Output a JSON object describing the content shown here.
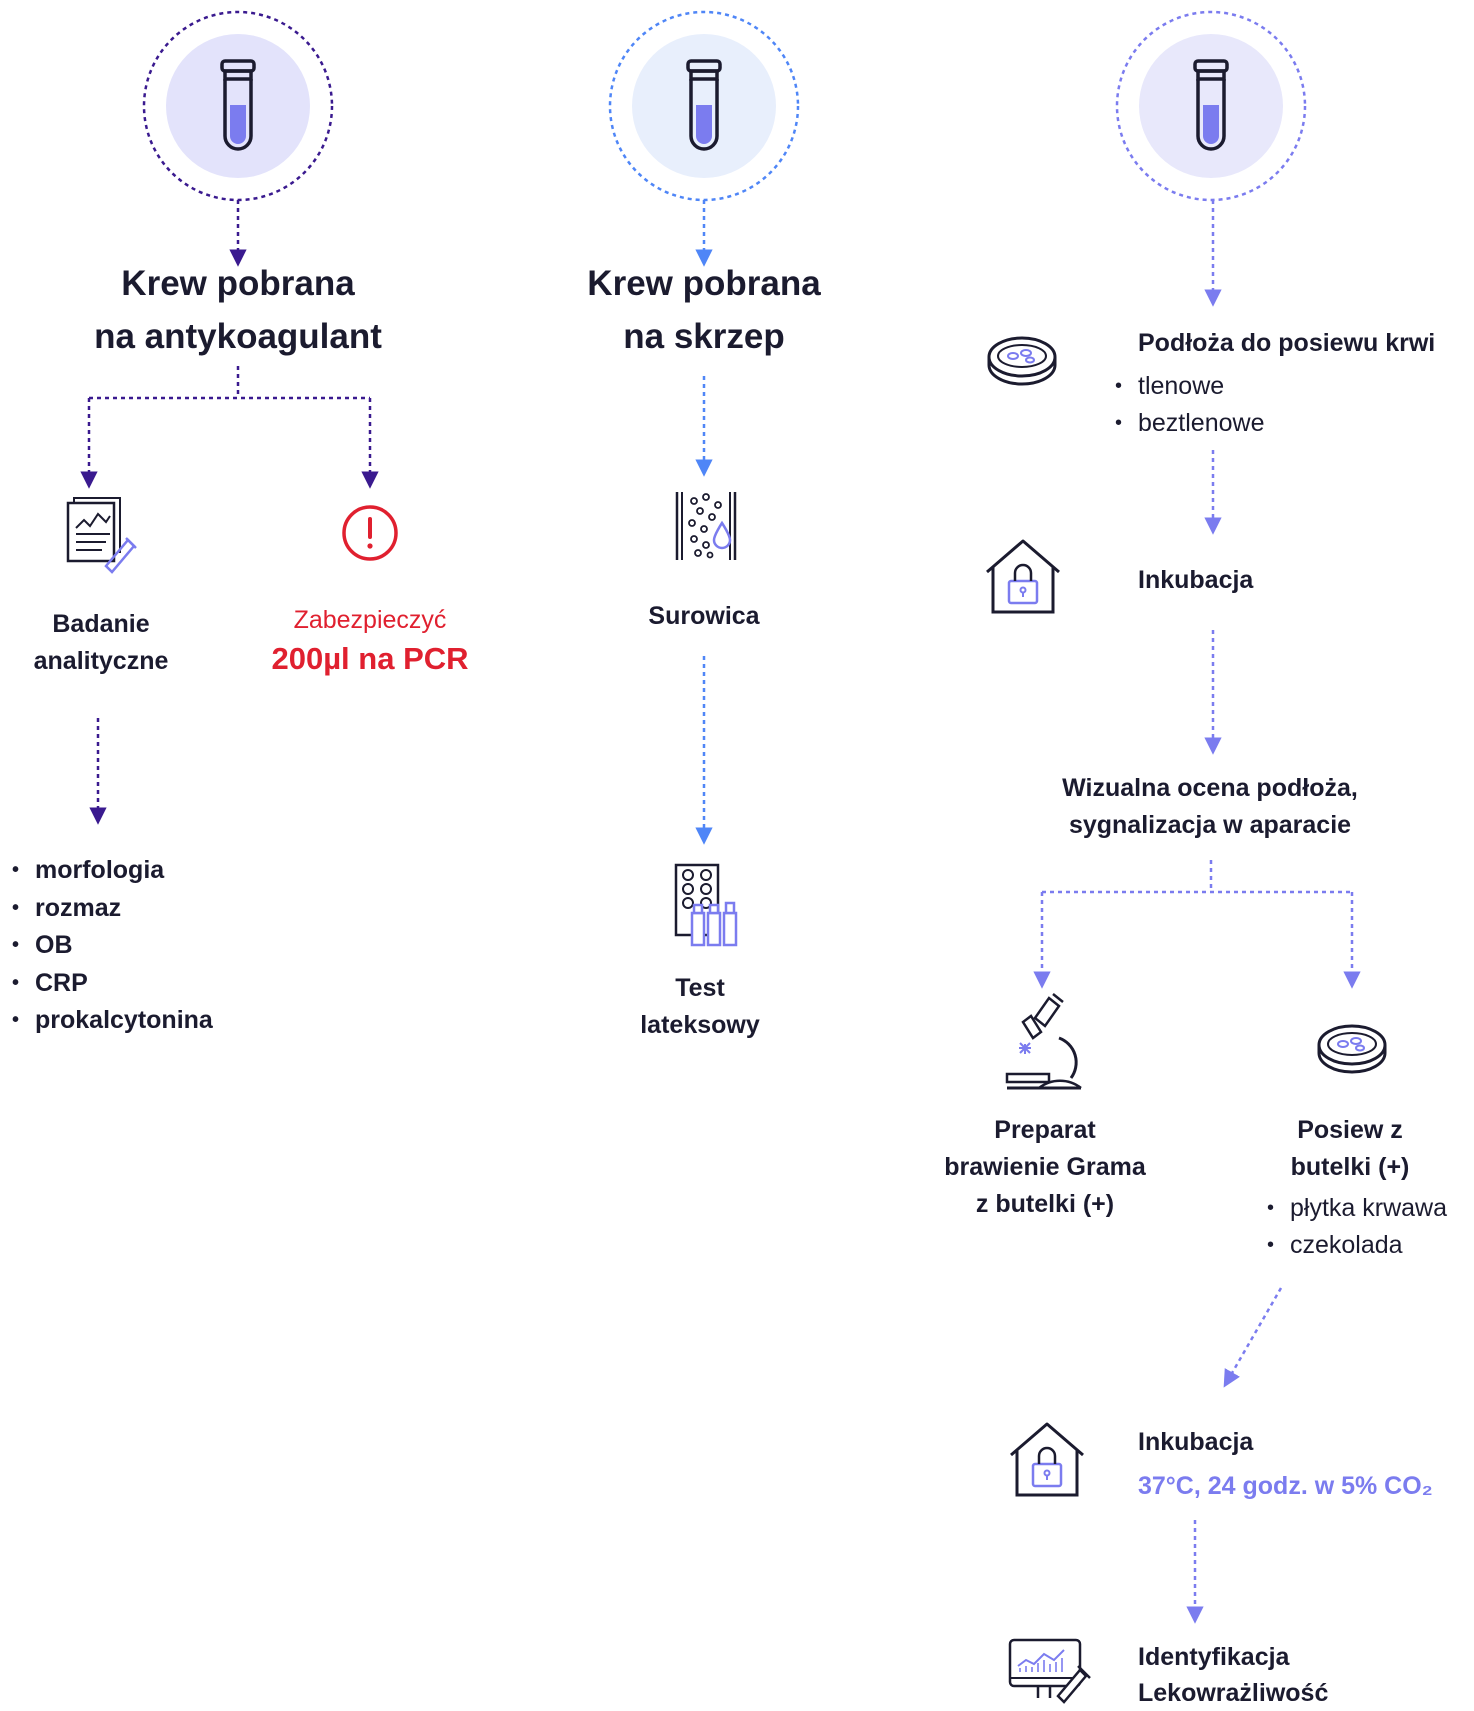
{
  "colors": {
    "dark_purple": "#3a1a8f",
    "blue": "#4f86f7",
    "violet": "#7b7cef",
    "red": "#e0202f",
    "text": "#1b1b2f",
    "circle_fill_1": "#e3e3fb",
    "circle_fill_2": "#e8effc",
    "circle_fill_3": "#e8e8fb"
  },
  "columns": {
    "anticoagulant": {
      "title_line1": "Krew pobrana",
      "title_line2": "na antykoagulant",
      "left_branch": {
        "label_line1": "Badanie",
        "label_line2": "analityczne",
        "tests": [
          "morfologia",
          "rozmaz",
          "OB",
          "CRP",
          "prokalcytonina"
        ]
      },
      "right_branch": {
        "label_top": "Zabezpieczyć",
        "label_main": "200µl na PCR"
      }
    },
    "clot": {
      "title_line1": "Krew pobrana",
      "title_line2": "na skrzep",
      "step1": "Surowica",
      "step2_line1": "Test",
      "step2_line2": "lateksowy"
    },
    "culture": {
      "media_title": "Podłoża do posiewu krwi",
      "media_items": [
        "tlenowe",
        "beztlenowe"
      ],
      "incubation1": "Inkubacja",
      "visual_line1": "Wizualna ocena podłoża,",
      "visual_line2": "sygnalizacja w aparacie",
      "gram_line1": "Preparat",
      "gram_line2": "brawienie Grama",
      "gram_line3": "z butelki (+)",
      "posiew_line1": "Posiew z",
      "posiew_line2": "butelki (+)",
      "posiew_items": [
        "płytka krwawa",
        "czekolada"
      ],
      "incubation2": "Inkubacja",
      "incubation2_detail": "37°C, 24 godz. w 5% CO₂",
      "ident_line1": "Identyfikacja",
      "ident_line2": "Lekowrażliwość"
    }
  },
  "icons": {
    "tube": "test-tube-icon",
    "report": "analysis-report-icon",
    "alert": "exclamation-circle-icon",
    "serum": "serum-particles-icon",
    "latex": "latex-test-plate-icon",
    "petri": "petri-dish-icon",
    "incubator": "incubator-lock-icon",
    "microscope": "microscope-icon",
    "monitor": "identification-monitor-icon"
  }
}
